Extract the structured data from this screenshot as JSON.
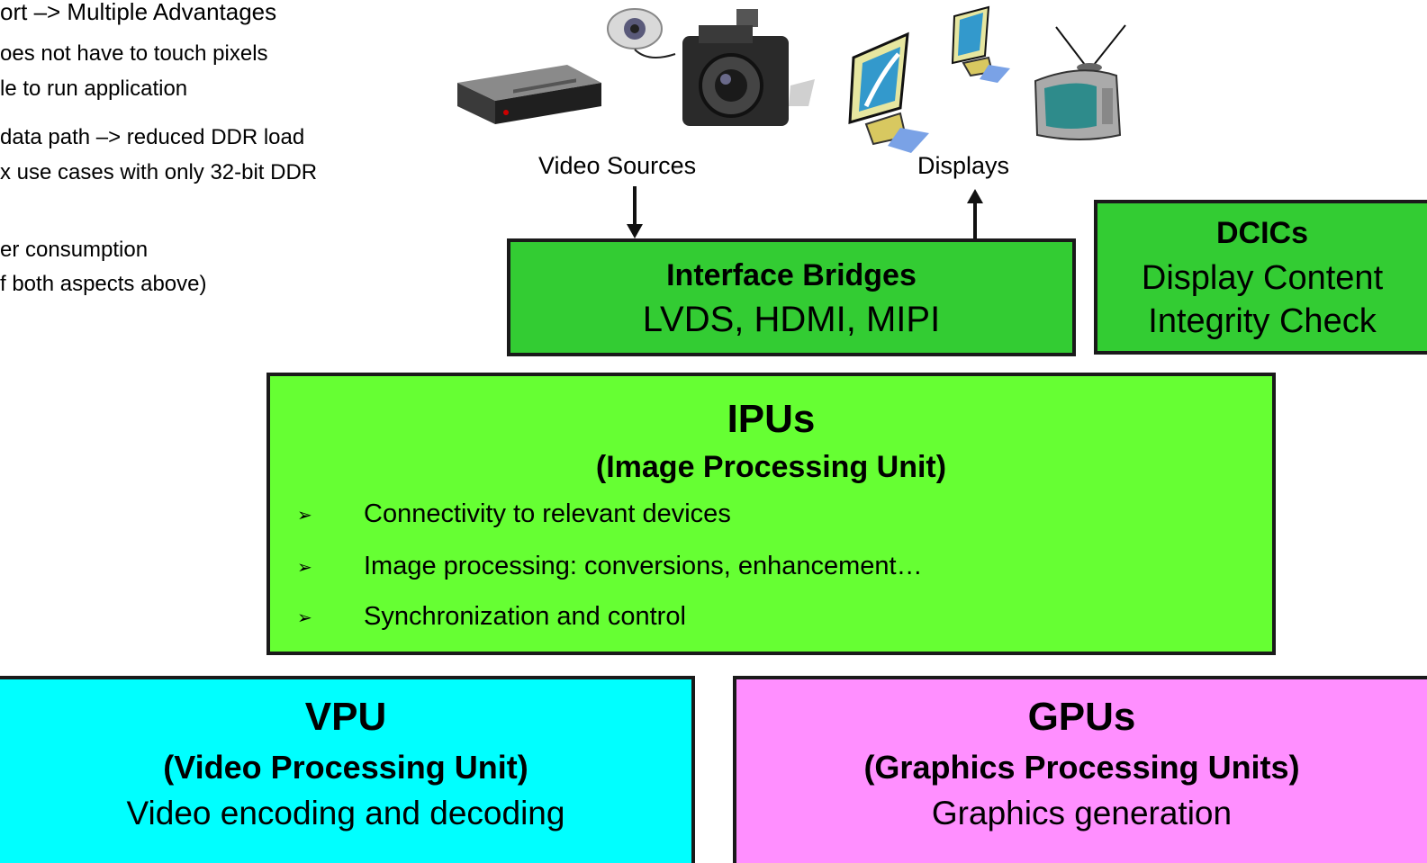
{
  "left_text": {
    "heading": "ort –> Multiple Advantages",
    "line1": "oes not have to touch pixels",
    "line2": "le to run application",
    "line3": "data path –> reduced DDR load",
    "line4": "x use cases with only 32-bit DDR",
    "line5": "er consumption",
    "line6": "f both aspects above)"
  },
  "labels": {
    "video_sources": "Video Sources",
    "displays": "Displays"
  },
  "bridges": {
    "title": "Interface Bridges",
    "subtitle": "LVDS, HDMI, MIPI"
  },
  "dcic": {
    "title": "DCICs",
    "line1": "Display Content",
    "line2": "Integrity Check"
  },
  "ipu": {
    "title": "IPUs",
    "subtitle": "(Image Processing Unit)",
    "bullets": [
      "Connectivity to relevant devices",
      "Image processing: conversions, enhancement…",
      "Synchronization and control"
    ]
  },
  "vpu": {
    "title": "VPU",
    "subtitle": "(Video Processing Unit)",
    "desc": "Video encoding and decoding"
  },
  "gpu": {
    "title": "GPUs",
    "subtitle": "(Graphics Processing Units)",
    "desc": "Graphics generation"
  },
  "colors": {
    "bridges": "#33cc33",
    "dcic": "#33cc33",
    "ipu": "#66ff33",
    "vpu": "#00ffff",
    "gpu": "#ff8fff"
  },
  "icons": [
    "dvd-player-icon",
    "webcam-icon",
    "camera-icon",
    "monitor-icon",
    "tv-icon"
  ]
}
